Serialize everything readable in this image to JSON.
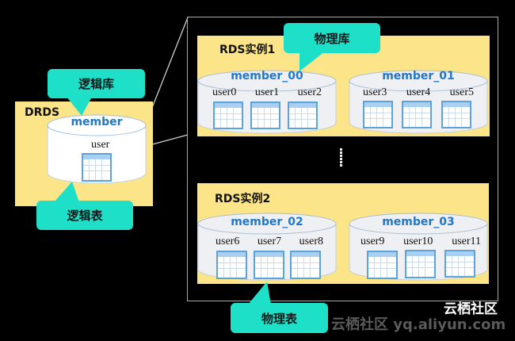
{
  "colors": {
    "background": "#000000",
    "box_fill": "#fce588",
    "callout_fill": "#1ee0c8",
    "db_name": "#2277c8",
    "table_border": "#5ba3d8",
    "frame": "#a8a8a8"
  },
  "drds": {
    "title": "DRDS",
    "database": {
      "name": "member",
      "tables": [
        "user"
      ]
    }
  },
  "rds_instances": [
    {
      "title": "RDS实例1",
      "databases": [
        {
          "name": "member_00",
          "tables": [
            "user0",
            "user1",
            "user2"
          ]
        },
        {
          "name": "member_01",
          "tables": [
            "user3",
            "user4",
            "user5"
          ]
        }
      ]
    },
    {
      "title": "RDS实例2",
      "databases": [
        {
          "name": "member_02",
          "tables": [
            "user6",
            "user7",
            "user8"
          ]
        },
        {
          "name": "member_03",
          "tables": [
            "user9",
            "user10",
            "user11"
          ]
        }
      ]
    }
  ],
  "callouts": {
    "logical_db": "逻辑库",
    "logical_table": "逻辑表",
    "physical_db": "物理库",
    "physical_table": "物理表"
  },
  "watermark": {
    "site_text": "云栖社区 yq.aliyun.com",
    "logo_text": "云栖社区"
  }
}
